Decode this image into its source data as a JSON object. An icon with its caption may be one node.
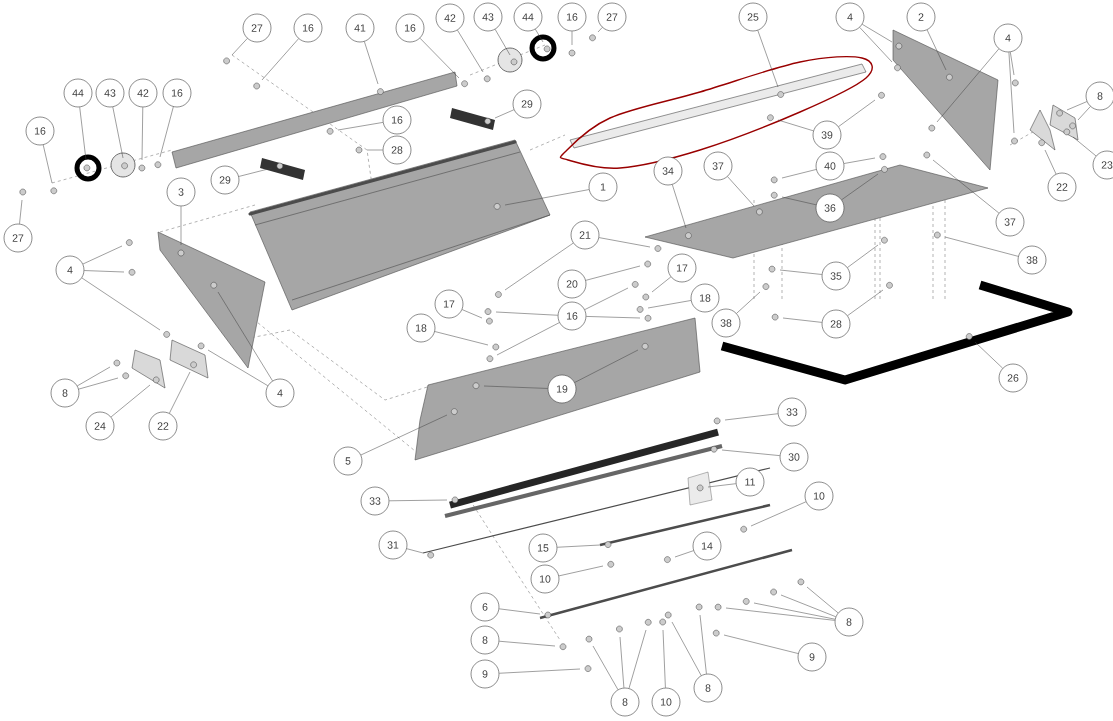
{
  "diagram": {
    "nodes": [
      {
        "text": [
          "27"
        ]
      },
      {
        "text": [
          "16"
        ]
      },
      {
        "text": [
          "41"
        ]
      },
      {
        "text": [
          "16"
        ]
      },
      {
        "text": [
          "42"
        ]
      },
      {
        "text": [
          "43"
        ]
      },
      {
        "text": [
          "44"
        ]
      },
      {
        "text": [
          "16"
        ]
      },
      {
        "text": [
          "27"
        ]
      },
      {
        "text": [
          "25"
        ]
      },
      {
        "text": [
          "4"
        ]
      },
      {
        "text": [
          "2"
        ]
      },
      {
        "text": [
          "4"
        ]
      },
      {
        "text": [
          "8"
        ]
      },
      {
        "text": [
          "23"
        ]
      },
      {
        "text": [
          "22"
        ]
      },
      {
        "text": [
          "44"
        ]
      },
      {
        "text": [
          "43"
        ]
      },
      {
        "text": [
          "42"
        ]
      },
      {
        "text": [
          "16"
        ]
      },
      {
        "text": [
          "16"
        ]
      },
      {
        "text": [
          "29"
        ]
      },
      {
        "text": [
          "39"
        ]
      },
      {
        "text": [
          "16"
        ]
      },
      {
        "text": [
          "28"
        ]
      },
      {
        "text": [
          "40"
        ]
      },
      {
        "text": [
          "34"
        ]
      },
      {
        "text": [
          "37"
        ]
      },
      {
        "text": [
          "1"
        ]
      },
      {
        "text": [
          "29"
        ]
      },
      {
        "text": [
          "3"
        ]
      },
      {
        "text": [
          "36"
        ]
      },
      {
        "text": [
          "37"
        ]
      },
      {
        "text": [
          "27"
        ]
      },
      {
        "text": [
          "21"
        ]
      },
      {
        "text": [
          "4"
        ]
      },
      {
        "text": [
          "38"
        ]
      },
      {
        "text": [
          "17"
        ]
      },
      {
        "text": [
          "35"
        ]
      },
      {
        "text": [
          "20"
        ]
      },
      {
        "text": [
          "17"
        ]
      },
      {
        "text": [
          "18"
        ]
      },
      {
        "text": [
          "16"
        ]
      },
      {
        "text": [
          "38"
        ]
      },
      {
        "text": [
          "28"
        ]
      },
      {
        "text": [
          "18"
        ]
      },
      {
        "text": [
          "8"
        ]
      },
      {
        "text": [
          "4"
        ]
      },
      {
        "text": [
          "26"
        ]
      },
      {
        "text": [
          "19"
        ]
      },
      {
        "text": [
          "33"
        ]
      },
      {
        "text": [
          "24"
        ]
      },
      {
        "text": [
          "22"
        ]
      },
      {
        "text": [
          "30"
        ]
      },
      {
        "text": [
          "5"
        ]
      },
      {
        "text": [
          "11"
        ]
      },
      {
        "text": [
          "10"
        ]
      },
      {
        "text": [
          "33"
        ]
      },
      {
        "text": [
          "31"
        ]
      },
      {
        "text": [
          "15"
        ]
      },
      {
        "text": [
          "14"
        ]
      },
      {
        "text": [
          "10"
        ]
      },
      {
        "text": [
          "6"
        ]
      },
      {
        "text": [
          "8"
        ]
      },
      {
        "text": [
          "8"
        ]
      },
      {
        "text": [
          "9"
        ]
      },
      {
        "text": [
          "9"
        ]
      },
      {
        "text": [
          "8"
        ]
      },
      {
        "text": [
          "10"
        ]
      },
      {
        "text": [
          "8"
        ]
      }
    ],
    "edges": [
      {
        "from": 0,
        "to": null,
        "arrow": "none"
      },
      {
        "from": 1,
        "to": null,
        "arrow": "none"
      },
      {
        "from": 2,
        "to": null,
        "arrow": "none"
      },
      {
        "from": 3,
        "to": null,
        "arrow": "none"
      },
      {
        "from": 4,
        "to": null,
        "arrow": "none"
      },
      {
        "from": 5,
        "to": null,
        "arrow": "none"
      },
      {
        "from": 6,
        "to": null,
        "arrow": "none"
      },
      {
        "from": 7,
        "to": null,
        "arrow": "none"
      },
      {
        "from": 8,
        "to": null,
        "arrow": "none"
      },
      {
        "from": 9,
        "to": null,
        "arrow": "none"
      },
      {
        "from": 10,
        "to": null,
        "arrow": "none"
      },
      {
        "from": 10,
        "to": null,
        "arrow": "none"
      },
      {
        "from": 11,
        "to": null,
        "arrow": "none"
      },
      {
        "from": 12,
        "to": null,
        "arrow": "none"
      },
      {
        "from": 12,
        "to": null,
        "arrow": "none"
      },
      {
        "from": 12,
        "to": null,
        "arrow": "none"
      },
      {
        "from": 13,
        "to": null,
        "arrow": "none"
      },
      {
        "from": 13,
        "to": null,
        "arrow": "none"
      },
      {
        "from": 14,
        "to": null,
        "arrow": "none"
      },
      {
        "from": 15,
        "to": null,
        "arrow": "none"
      },
      {
        "from": 16,
        "to": null,
        "arrow": "none"
      },
      {
        "from": 17,
        "to": null,
        "arrow": "none"
      },
      {
        "from": 18,
        "to": null,
        "arrow": "none"
      },
      {
        "from": 19,
        "to": null,
        "arrow": "none"
      },
      {
        "from": 20,
        "to": null,
        "arrow": "none"
      },
      {
        "from": 21,
        "to": null,
        "arrow": "none"
      },
      {
        "from": 22,
        "to": null,
        "arrow": "none"
      },
      {
        "from": 22,
        "to": null,
        "arrow": "none"
      },
      {
        "from": 23,
        "to": null,
        "arrow": "none"
      },
      {
        "from": 24,
        "to": null,
        "arrow": "none"
      },
      {
        "from": 25,
        "to": null,
        "arrow": "none"
      },
      {
        "from": 25,
        "to": null,
        "arrow": "none"
      },
      {
        "from": 26,
        "to": null,
        "arrow": "none"
      },
      {
        "from": 27,
        "to": null,
        "arrow": "none"
      },
      {
        "from": 28,
        "to": null,
        "arrow": "none"
      },
      {
        "from": 29,
        "to": null,
        "arrow": "none"
      },
      {
        "from": 30,
        "to": null,
        "arrow": "none"
      },
      {
        "from": 31,
        "to": null,
        "arrow": "none"
      },
      {
        "from": 31,
        "to": null,
        "arrow": "none"
      },
      {
        "from": 32,
        "to": null,
        "arrow": "none"
      },
      {
        "from": 33,
        "to": null,
        "arrow": "none"
      },
      {
        "from": 34,
        "to": null,
        "arrow": "none"
      },
      {
        "from": 34,
        "to": null,
        "arrow": "none"
      },
      {
        "from": 35,
        "to": null,
        "arrow": "none"
      },
      {
        "from": 35,
        "to": null,
        "arrow": "none"
      },
      {
        "from": 35,
        "to": null,
        "arrow": "none"
      },
      {
        "from": 36,
        "to": null,
        "arrow": "none"
      },
      {
        "from": 37,
        "to": null,
        "arrow": "none"
      },
      {
        "from": 38,
        "to": null,
        "arrow": "none"
      },
      {
        "from": 38,
        "to": null,
        "arrow": "none"
      },
      {
        "from": 39,
        "to": null,
        "arrow": "none"
      },
      {
        "from": 40,
        "to": null,
        "arrow": "none"
      },
      {
        "from": 41,
        "to": null,
        "arrow": "none"
      },
      {
        "from": 42,
        "to": null,
        "arrow": "none"
      },
      {
        "from": 42,
        "to": null,
        "arrow": "none"
      },
      {
        "from": 42,
        "to": null,
        "arrow": "none"
      },
      {
        "from": 42,
        "to": null,
        "arrow": "none"
      },
      {
        "from": 43,
        "to": null,
        "arrow": "none"
      },
      {
        "from": 44,
        "to": null,
        "arrow": "none"
      },
      {
        "from": 44,
        "to": null,
        "arrow": "none"
      },
      {
        "from": 45,
        "to": null,
        "arrow": "none"
      },
      {
        "from": 46,
        "to": null,
        "arrow": "none"
      },
      {
        "from": 46,
        "to": null,
        "arrow": "none"
      },
      {
        "from": 47,
        "to": null,
        "arrow": "none"
      },
      {
        "from": 47,
        "to": null,
        "arrow": "none"
      },
      {
        "from": 48,
        "to": null,
        "arrow": "none"
      },
      {
        "from": 49,
        "to": null,
        "arrow": "none"
      },
      {
        "from": 49,
        "to": null,
        "arrow": "none"
      },
      {
        "from": 50,
        "to": null,
        "arrow": "none"
      },
      {
        "from": 51,
        "to": null,
        "arrow": "none"
      },
      {
        "from": 52,
        "to": null,
        "arrow": "none"
      },
      {
        "from": 53,
        "to": null,
        "arrow": "none"
      },
      {
        "from": 54,
        "to": null,
        "arrow": "none"
      },
      {
        "from": 55,
        "to": null,
        "arrow": "none"
      },
      {
        "from": 56,
        "to": null,
        "arrow": "none"
      },
      {
        "from": 57,
        "to": null,
        "arrow": "none"
      },
      {
        "from": 58,
        "to": null,
        "arrow": "none"
      },
      {
        "from": 59,
        "to": null,
        "arrow": "none"
      },
      {
        "from": 60,
        "to": null,
        "arrow": "none"
      },
      {
        "from": 61,
        "to": null,
        "arrow": "none"
      },
      {
        "from": 62,
        "to": null,
        "arrow": "none"
      },
      {
        "from": 63,
        "to": null,
        "arrow": "none"
      },
      {
        "from": 63,
        "to": null,
        "arrow": "none"
      },
      {
        "from": 63,
        "to": null,
        "arrow": "none"
      },
      {
        "from": 63,
        "to": null,
        "arrow": "none"
      },
      {
        "from": 64,
        "to": null,
        "arrow": "none"
      },
      {
        "from": 65,
        "to": null,
        "arrow": "none"
      },
      {
        "from": 66,
        "to": null,
        "arrow": "none"
      },
      {
        "from": 67,
        "to": null,
        "arrow": "none"
      },
      {
        "from": 67,
        "to": null,
        "arrow": "none"
      },
      {
        "from": 67,
        "to": null,
        "arrow": "none"
      },
      {
        "from": 68,
        "to": null,
        "arrow": "none"
      },
      {
        "from": 69,
        "to": null,
        "arrow": "none"
      },
      {
        "from": 69,
        "to": null,
        "arrow": "none"
      }
    ]
  }
}
